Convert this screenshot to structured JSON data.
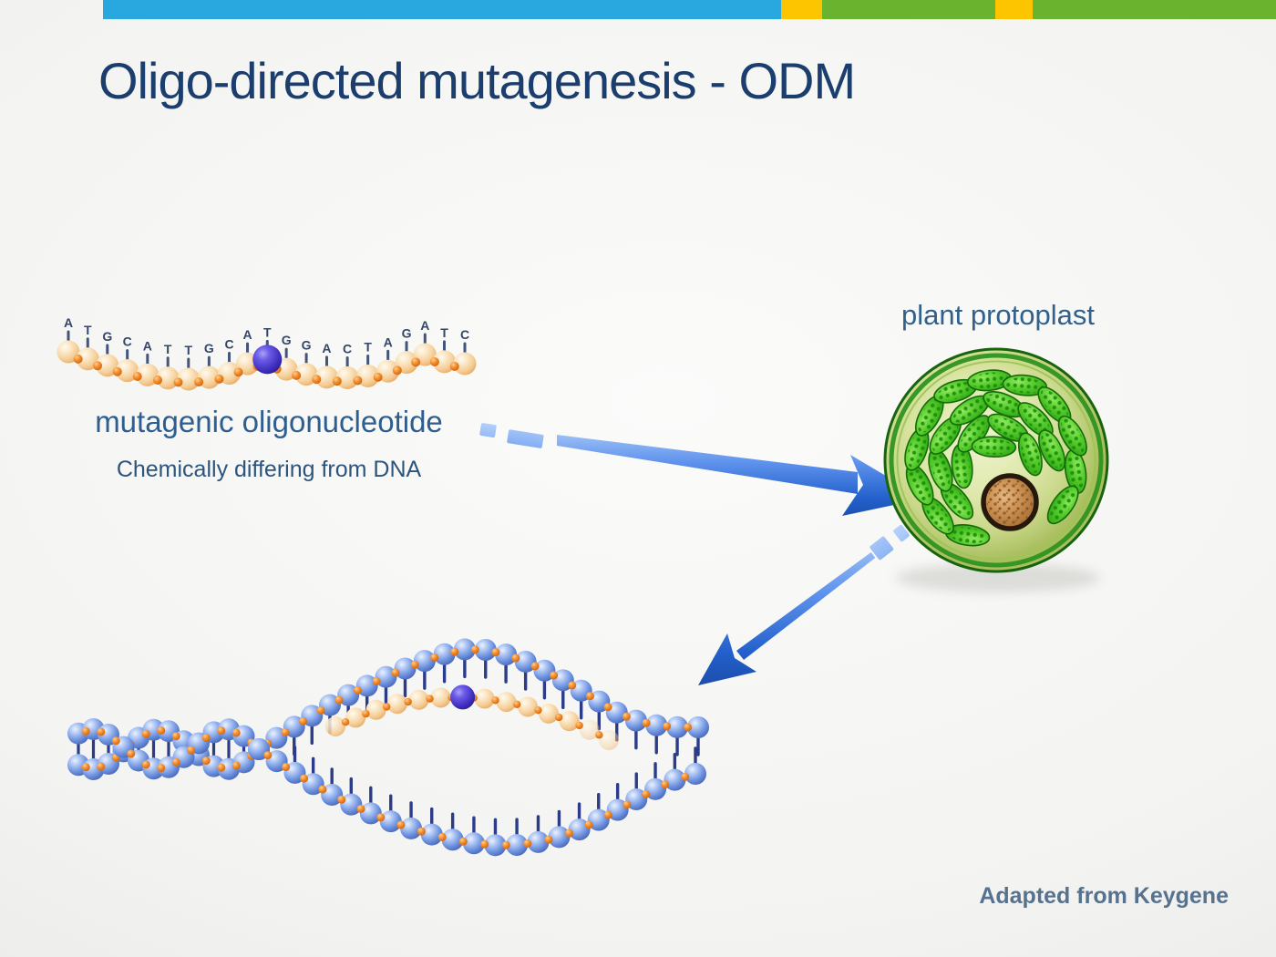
{
  "slide": {
    "title": "Oligo-directed mutagenesis - ODM",
    "credit": "Adapted from Keygene"
  },
  "brand_stripe": {
    "colors": {
      "blue": "#29a8e0",
      "yellow": "#fdc400",
      "green": "#6ab32e"
    },
    "segments": [
      "blue",
      "yellow",
      "green",
      "yellow",
      "green"
    ]
  },
  "oligo": {
    "label": "mutagenic oligonucleotide",
    "sublabel": "Chemically differing from DNA",
    "sequence": [
      "A",
      "T",
      "G",
      "C",
      "A",
      "T",
      "T",
      "G",
      "C",
      "A",
      "T",
      "G",
      "G",
      "A",
      "C",
      "T",
      "A",
      "G",
      "A",
      "T",
      "C"
    ],
    "mutant_index": 10,
    "mutant_base": "T",
    "bead_color": "#f4cd96",
    "mutant_color": "#4130c0",
    "letter_color": "#35466b"
  },
  "protoplast": {
    "label": "plant protoplast",
    "membrane_color": "#17640d",
    "cytoplasm_color": "#dde7a9",
    "chloroplast_color": "#55cb2b",
    "nucleus_color": "#cf9457"
  },
  "dna": {
    "strand_bead_color": "#6a8fdd",
    "backbone_dot_color": "#f28c2c",
    "annealed_oligo_color": "#f4cd96",
    "mutation_site_color": "#4130c0"
  },
  "arrows": {
    "color": "#2360cc"
  }
}
